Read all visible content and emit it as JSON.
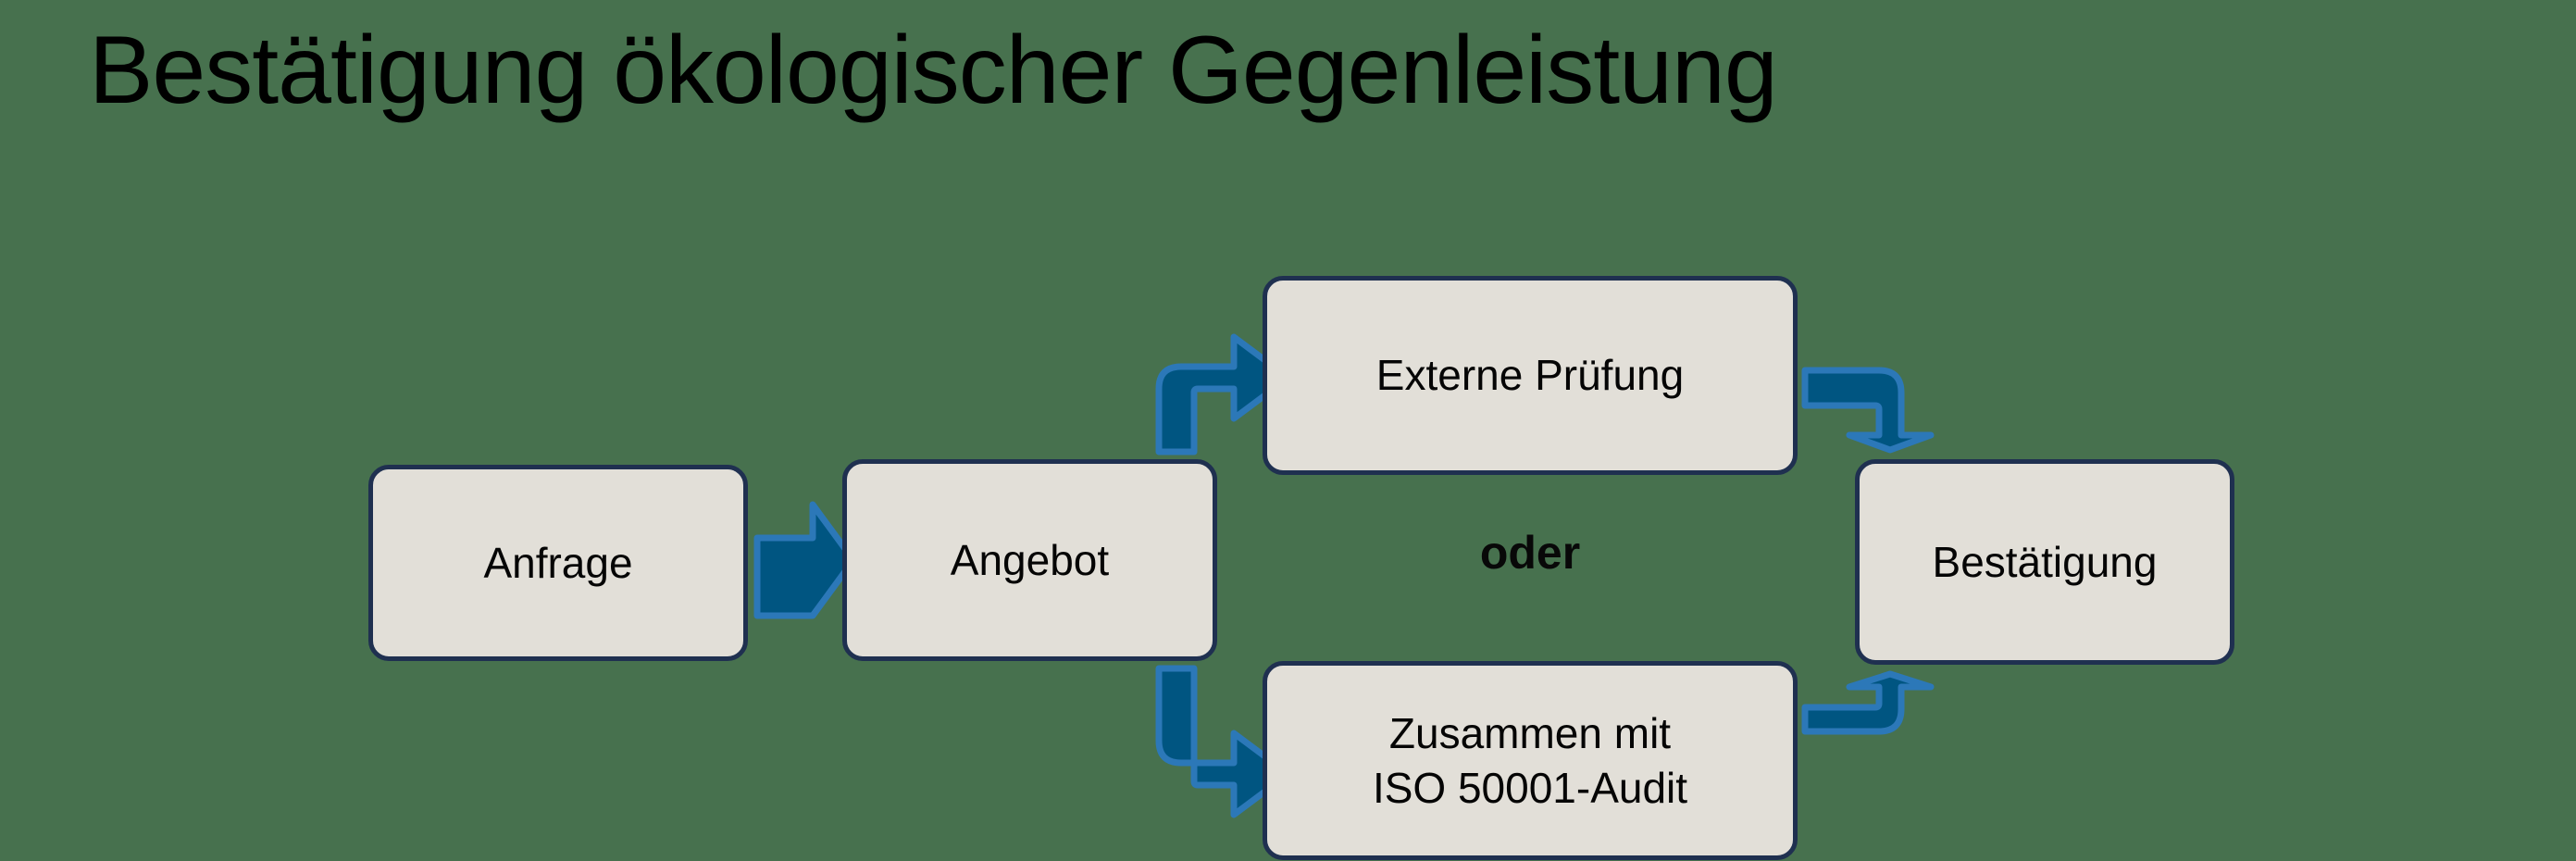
{
  "page": {
    "background_color": "#47714E",
    "title": "Bestätigung ökologischer Gegenleistung"
  },
  "theme": {
    "node_fill": "#E2DFD8",
    "node_border": "#1F3050",
    "arrow_fill": "#005581",
    "arrow_outline": "#2C78B8",
    "text_color": "#000000"
  },
  "diagram": {
    "type": "flowchart",
    "orientation": "left-to-right",
    "nodes": [
      {
        "id": "anfrage",
        "label": "Anfrage"
      },
      {
        "id": "angebot",
        "label": "Angebot"
      },
      {
        "id": "extern",
        "label": "Externe Prüfung"
      },
      {
        "id": "iso",
        "label_line1": "Zusammen mit",
        "label_line2": "ISO 50001-Audit"
      },
      {
        "id": "bestaetigung",
        "label": "Bestätigung"
      }
    ],
    "branch_label": "oder",
    "edges": [
      {
        "from": "anfrage",
        "to": "angebot",
        "style": "straight-right"
      },
      {
        "from": "angebot",
        "to": "extern",
        "style": "elbow-up-right"
      },
      {
        "from": "angebot",
        "to": "iso",
        "style": "elbow-down-right"
      },
      {
        "from": "extern",
        "to": "bestaetigung",
        "style": "elbow-right-down"
      },
      {
        "from": "iso",
        "to": "bestaetigung",
        "style": "elbow-right-up"
      }
    ]
  }
}
